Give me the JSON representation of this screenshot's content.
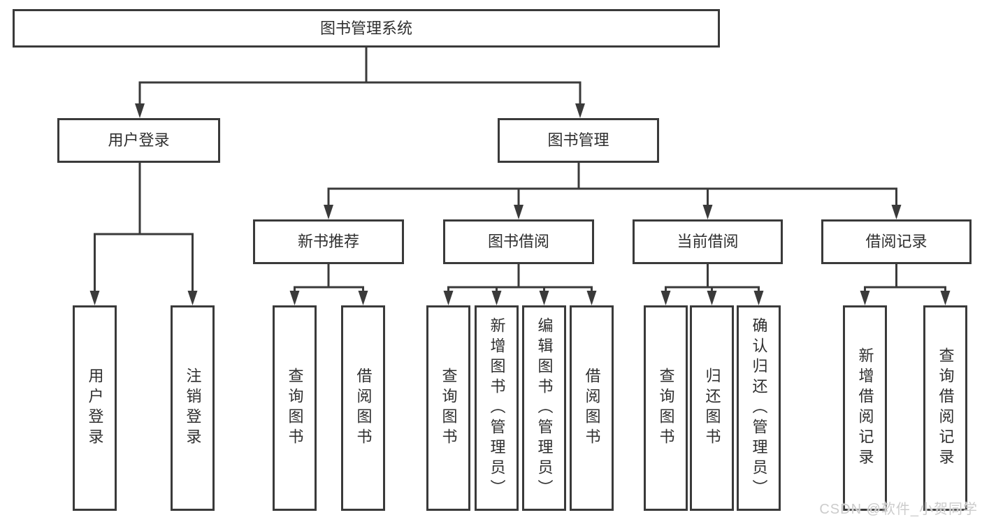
{
  "nodes": {
    "root": {
      "label": "图书管理系统"
    },
    "level2": [
      {
        "label": "用户登录"
      },
      {
        "label": "图书管理"
      }
    ],
    "level3": [
      {
        "label": "新书推荐",
        "parent": "图书管理"
      },
      {
        "label": "图书借阅",
        "parent": "图书管理"
      },
      {
        "label": "当前借阅",
        "parent": "图书管理"
      },
      {
        "label": "借阅记录",
        "parent": "图书管理"
      }
    ],
    "leaves": [
      {
        "label": "用户登录",
        "parent": "用户登录"
      },
      {
        "label": "注销登录",
        "parent": "用户登录"
      },
      {
        "label": "查询图书",
        "parent": "新书推荐"
      },
      {
        "label": "借阅图书",
        "parent": "新书推荐"
      },
      {
        "label": "查询图书",
        "parent": "图书借阅"
      },
      {
        "label": "新增图书（管理员）",
        "parent": "图书借阅"
      },
      {
        "label": "编辑图书（管理员）",
        "parent": "图书借阅"
      },
      {
        "label": "借阅图书",
        "parent": "图书借阅"
      },
      {
        "label": "查询图书",
        "parent": "当前借阅"
      },
      {
        "label": "归还图书",
        "parent": "当前借阅"
      },
      {
        "label": "确认归还（管理员）",
        "parent": "当前借阅"
      },
      {
        "label": "新增借阅记录",
        "parent": "借阅记录"
      },
      {
        "label": "查询借阅记录",
        "parent": "借阅记录"
      }
    ]
  },
  "watermark": {
    "text": "CSDN @软件_小贺同学"
  },
  "colors": {
    "line": "#3a3a3a",
    "text": "#2f2f2f",
    "box_background": "#ffffff",
    "watermark": "#cccccc"
  }
}
